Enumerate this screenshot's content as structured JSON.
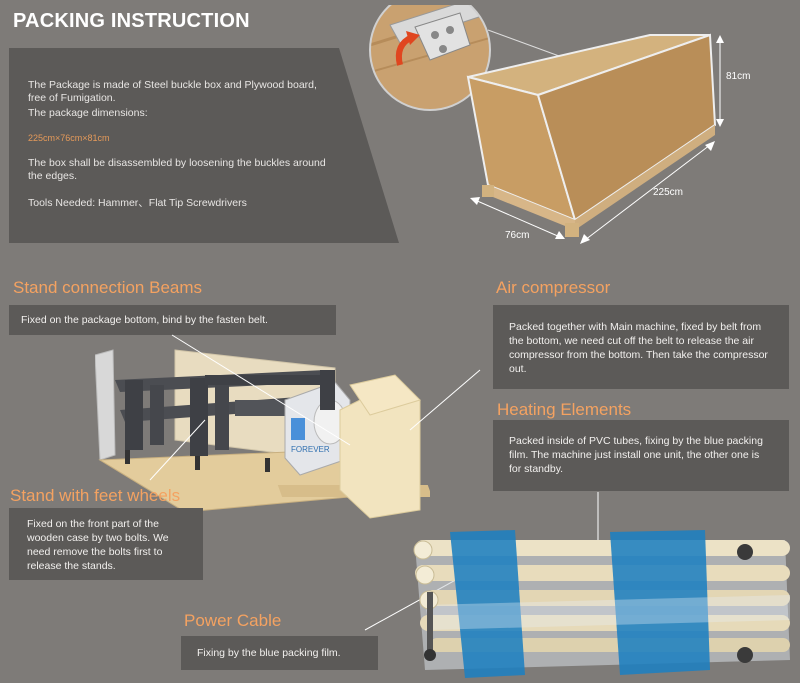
{
  "page": {
    "title": "PACKING INSTRUCTION"
  },
  "intro": {
    "line1": "The Package is made of Steel buckle box and Plywood board, free of Fumigation.",
    "line2": "The package dimensions:",
    "dimensions": "225cm×76cm×81cm",
    "line3": "The box shall be disassembled by loosening the buckles around the edges.",
    "line4": "Tools Needed: Hammer、Flat Tip Screwdrivers"
  },
  "crate": {
    "height_label": "81cm",
    "length_label": "225cm",
    "width_label": "76cm"
  },
  "sections": {
    "beams": {
      "heading": "Stand connection Beams",
      "text": "Fixed on the package bottom, bind by the fasten belt."
    },
    "compressor": {
      "heading": "Air compressor",
      "text": "Packed together with Main machine, fixed by belt from the bottom, we need cut off the belt to release the air compressor from the bottom. Then take the compressor out."
    },
    "heating": {
      "heading": "Heating Elements",
      "text": "Packed inside of PVC tubes, fixing by the blue packing film. The machine just install one unit, the other one is for standby."
    },
    "stand": {
      "heading": "Stand with feet wheels",
      "text": "Fixed on the front part of the wooden case by two bolts. We need remove the bolts first to release the stands."
    },
    "power": {
      "heading": "Power Cable",
      "text": "Fixing by the blue packing film."
    }
  },
  "machine": {
    "logo": "FOREVER"
  },
  "colors": {
    "background": "#7e7b78",
    "panel": "#5c5a58",
    "heading": "#f4a261",
    "dimension_text": "#e59a5a",
    "wood": "#c9a170",
    "film_blue": "#1e7fc0"
  }
}
